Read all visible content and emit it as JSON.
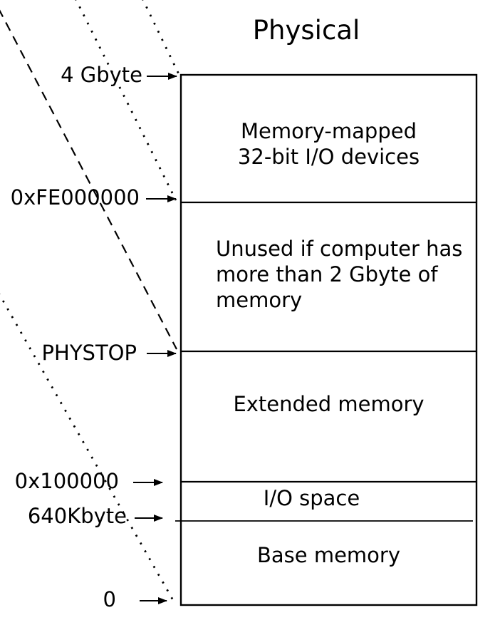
{
  "title": "Physical",
  "colors": {
    "ink": "#000000",
    "background": "#ffffff"
  },
  "memory_map": {
    "regions": [
      {
        "label": "Memory-mapped\n32-bit I/O devices"
      },
      {
        "label": "Unused if computer has\nmore than 2 Gbyte of\nmemory"
      },
      {
        "label": "Extended memory"
      },
      {
        "label": "I/O space"
      },
      {
        "label": "Base memory"
      }
    ],
    "addresses": [
      {
        "label": "4 Gbyte"
      },
      {
        "label": "0xFE000000"
      },
      {
        "label": "PHYSTOP"
      },
      {
        "label": "0x100000"
      },
      {
        "label": "640Kbyte"
      },
      {
        "label": "0"
      }
    ]
  }
}
